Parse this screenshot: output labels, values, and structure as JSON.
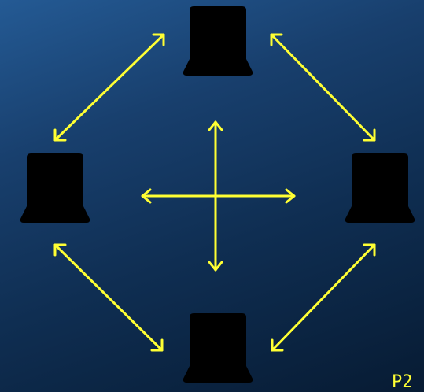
{
  "diagram": {
    "corner_label": "P2",
    "colors": {
      "background_top": "#245a94",
      "background_bottom": "#071b33",
      "laptop_stroke": "#ffffff",
      "arrow": "#ffff33",
      "label": "#ffff33"
    },
    "nodes": [
      {
        "id": "laptop-top",
        "icon": "laptop-icon"
      },
      {
        "id": "laptop-left",
        "icon": "laptop-icon"
      },
      {
        "id": "laptop-right",
        "icon": "laptop-icon"
      },
      {
        "id": "laptop-bottom",
        "icon": "laptop-icon"
      }
    ],
    "connections": [
      {
        "from": "laptop-top",
        "to": "laptop-left",
        "style": "double-headed-arrow"
      },
      {
        "from": "laptop-top",
        "to": "laptop-right",
        "style": "double-headed-arrow"
      },
      {
        "from": "laptop-left",
        "to": "laptop-bottom",
        "style": "double-headed-arrow"
      },
      {
        "from": "laptop-right",
        "to": "laptop-bottom",
        "style": "double-headed-arrow"
      }
    ],
    "center_symbol": "four-way-arrow-icon"
  }
}
